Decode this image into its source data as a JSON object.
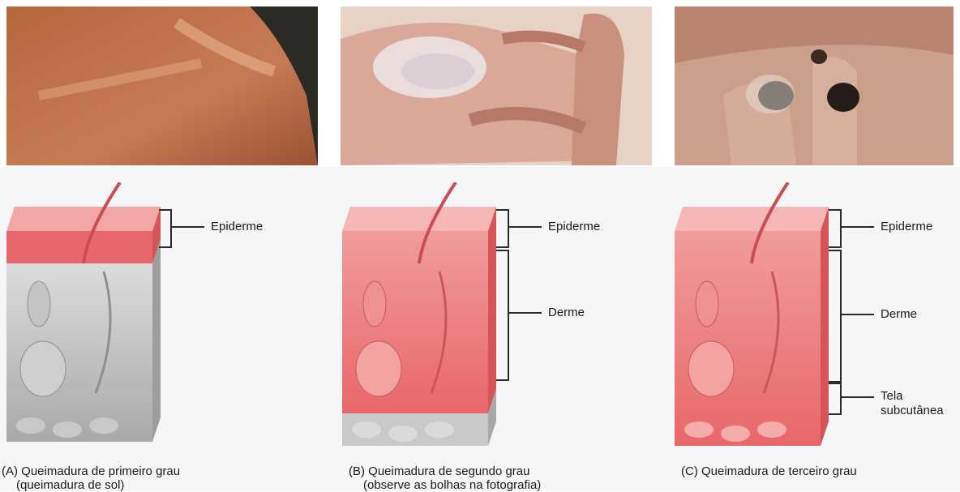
{
  "panels": [
    {
      "id": "A",
      "caption": "(A) Queimadura de primeiro grau",
      "subcaption": "(queimadura de sol)",
      "burned_layers": [
        "Epiderme"
      ]
    },
    {
      "id": "B",
      "caption": "(B) Queimadura de segundo grau",
      "subcaption": "(observe as bolhas na fotografia)",
      "burned_layers": [
        "Epiderme",
        "Derme"
      ]
    },
    {
      "id": "C",
      "caption": "(C) Queimadura de terceiro grau",
      "subcaption": "",
      "burned_layers": [
        "Epiderme",
        "Derme",
        "Tela subcutânea"
      ]
    }
  ],
  "labels": {
    "a_epiderme": "Epiderme",
    "b_epiderme": "Epiderme",
    "b_derme": "Derme",
    "c_epiderme": "Epiderme",
    "c_derme": "Derme",
    "c_tela_line1": "Tela",
    "c_tela_line2": "subcutânea"
  },
  "colors": {
    "burned": "#e8676a",
    "burned_light": "#f4a7a5",
    "unburned": "#b9b9b9",
    "unburned_light": "#dcdcdc",
    "skin_tone": "#c98a68"
  }
}
